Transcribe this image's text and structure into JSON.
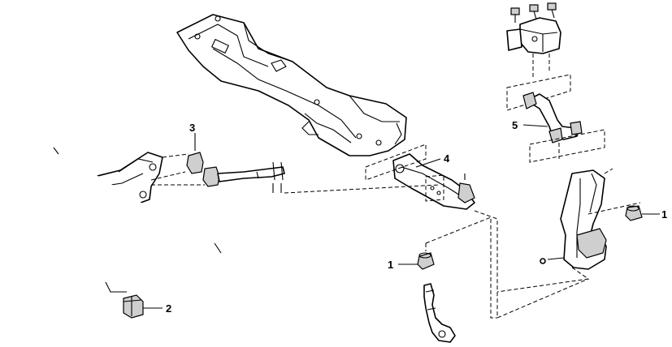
{
  "callouts": [
    {
      "id": "c3",
      "label": "3"
    },
    {
      "id": "c4",
      "label": "4"
    },
    {
      "id": "c5",
      "label": "5"
    },
    {
      "id": "c1-right",
      "label": "1"
    },
    {
      "id": "c1-center",
      "label": "1"
    },
    {
      "id": "c2",
      "label": "2"
    }
  ],
  "colors": {
    "line": "#000000",
    "shade": "#cfcfcf",
    "background": "#ffffff"
  }
}
